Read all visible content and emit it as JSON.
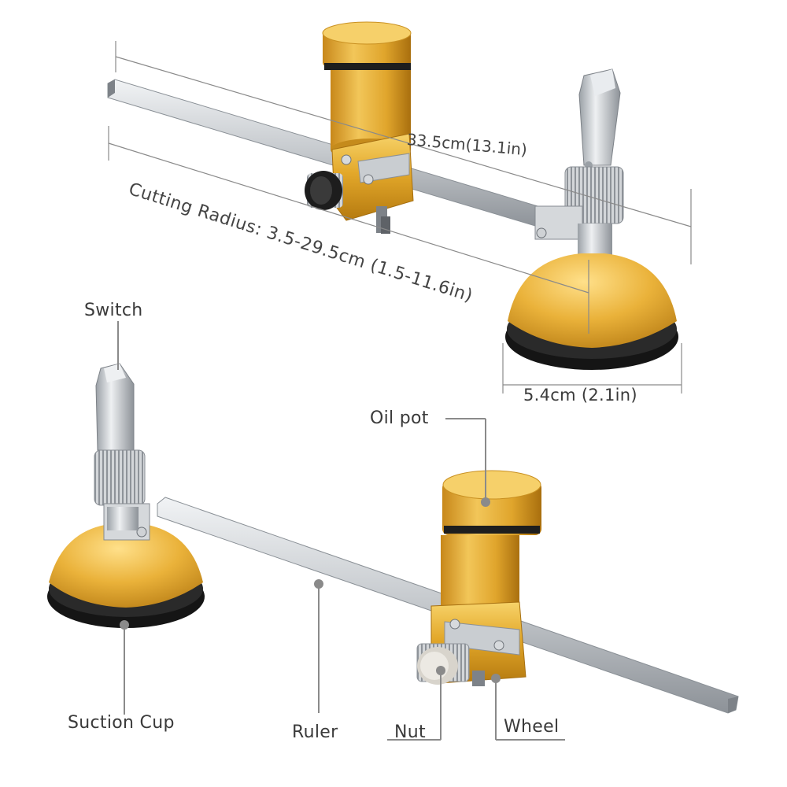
{
  "dimensions": {
    "overall_length": "33.5cm(13.1in)",
    "cutting_radius": "Cutting Radius: 3.5-29.5cm (1.5-11.6in)",
    "base_diameter": "5.4cm  (2.1in)"
  },
  "callouts": {
    "switch": "Switch",
    "oil_pot": "Oil pot",
    "suction_cup": "Suction Cup",
    "ruler": "Ruler",
    "nut": "Nut",
    "wheel": "Wheel"
  },
  "colors": {
    "gold": "#e3a82a",
    "gold_dark": "#b57a10",
    "gold_light": "#f7d36a",
    "steel": "#c9cdd1",
    "steel_dark": "#8b9096",
    "rubber": "#1b1b1b",
    "leader": "#8a8a8a"
  }
}
